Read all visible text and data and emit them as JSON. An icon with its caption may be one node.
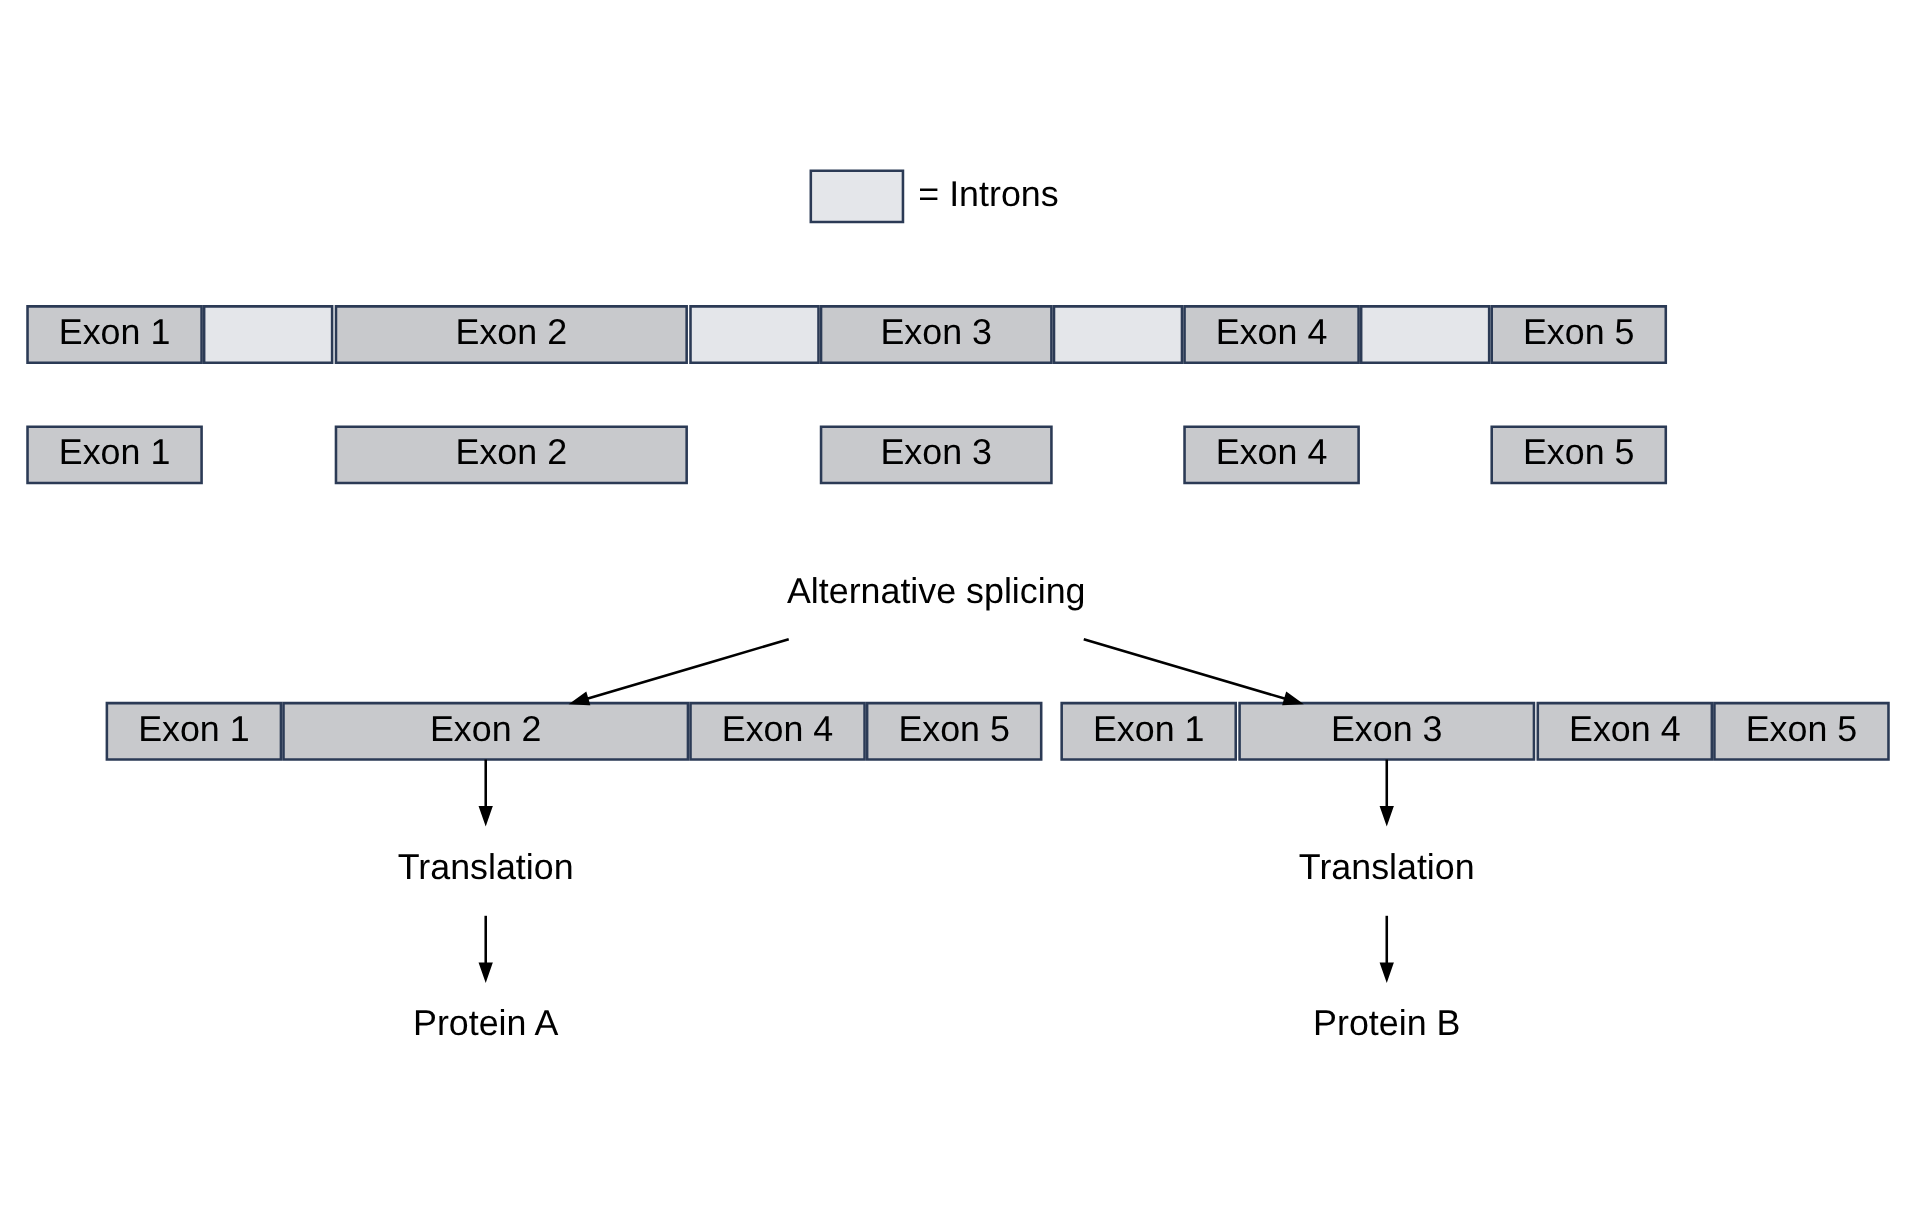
{
  "diagram": {
    "nodes": [
      {
        "text": [
          "Exon 1"
        ]
      },
      {
        "text": [],
        "shape": "box"
      },
      {
        "text": [
          "Exon 2"
        ]
      },
      {
        "text": [],
        "shape": "box"
      },
      {
        "text": [
          "Exon 3"
        ]
      },
      {
        "text": [],
        "shape": "box"
      },
      {
        "text": [
          "Exon 4"
        ]
      },
      {
        "text": [],
        "shape": "box"
      },
      {
        "text": [
          "Exon 5"
        ]
      },
      {
        "text": [
          "Exon 1"
        ]
      },
      {
        "text": [
          "Exon 2"
        ]
      },
      {
        "text": [
          "Exon 3"
        ]
      },
      {
        "text": [
          "Exon 4"
        ]
      },
      {
        "text": [
          "Exon 5"
        ]
      },
      {
        "text": [
          "Alternative splicing"
        ]
      },
      {
        "text": [
          "Exon 1"
        ]
      },
      {
        "text": [
          "Exon 2"
        ]
      },
      {
        "text": [
          "Exon 4"
        ]
      },
      {
        "text": [
          "Exon 5"
        ]
      },
      {
        "text": [
          "Exon 1"
        ]
      },
      {
        "text": [
          "Exon 3"
        ]
      },
      {
        "text": [
          "Exon 4"
        ]
      },
      {
        "text": [
          "Exon 5"
        ]
      },
      {
        "text": [
          "Translation"
        ]
      },
      {
        "text": [
          "Protein A"
        ]
      },
      {
        "text": [
          "Translation"
        ]
      },
      {
        "text": [
          "Protein B"
        ]
      }
    ],
    "edges": [
      {
        "from": 14,
        "to": 16,
        "arrow": "to"
      },
      {
        "from": 14,
        "to": 20,
        "arrow": "to"
      },
      {
        "from": 16,
        "to": 23,
        "arrow": "to"
      },
      {
        "from": 23,
        "to": 24,
        "arrow": "to"
      },
      {
        "from": 20,
        "to": 25,
        "arrow": "to"
      },
      {
        "from": 25,
        "to": 26,
        "arrow": "to"
      }
    ],
    "legend": [
      {
        "text": "= Introns",
        "color": "#e4e6ea"
      }
    ]
  }
}
